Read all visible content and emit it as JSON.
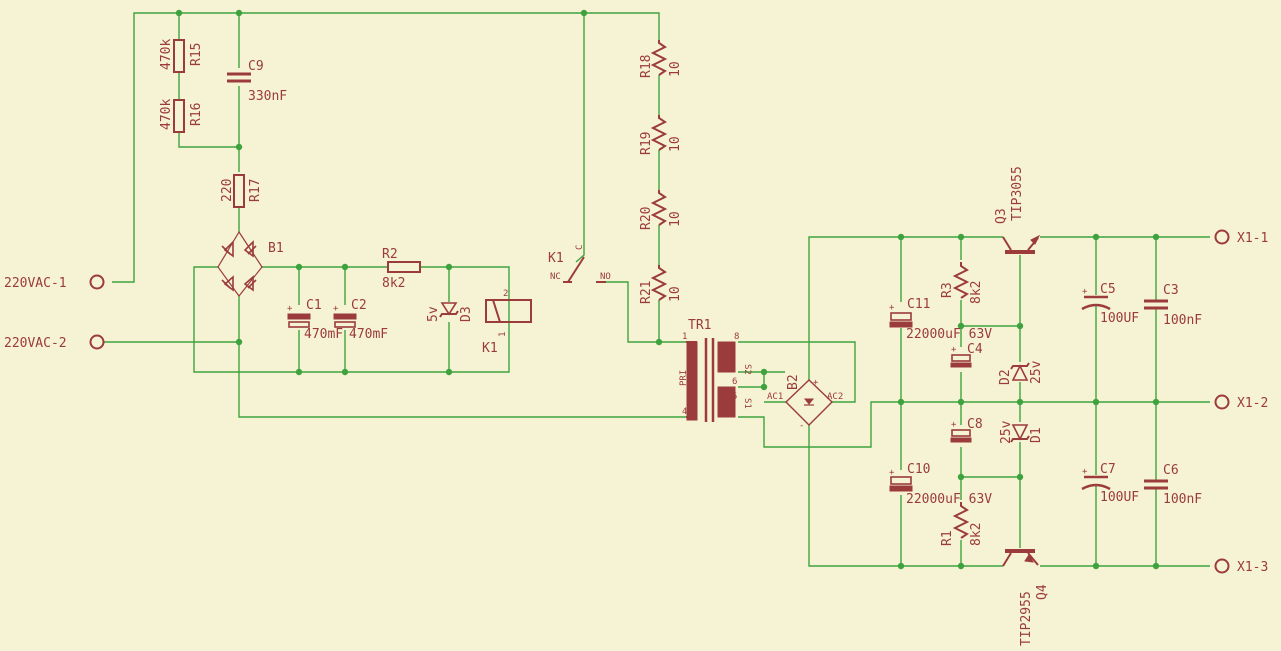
{
  "terminals": {
    "ac1": "220VAC-1",
    "ac2": "220VAC-2",
    "x1_1": "X1-1",
    "x1_2": "X1-2",
    "x1_3": "X1-3"
  },
  "components": {
    "r15": {
      "name": "R15",
      "value": "470k"
    },
    "r16": {
      "name": "R16",
      "value": "470k"
    },
    "c9": {
      "name": "C9",
      "value": "330nF"
    },
    "r17": {
      "name": "R17",
      "value": "220"
    },
    "b1": {
      "name": "B1"
    },
    "c1": {
      "name": "C1",
      "value": "470mF"
    },
    "c2": {
      "name": "C2",
      "value": "470mF"
    },
    "r2": {
      "name": "R2",
      "value": "8k2"
    },
    "d3": {
      "name": "D3",
      "value": "5v"
    },
    "k1": {
      "name": "K1",
      "pin1": "1",
      "pin2": "2"
    },
    "k1sw": {
      "name": "K1",
      "c": "C",
      "nc": "NC",
      "no": "NO"
    },
    "r18": {
      "name": "R18",
      "value": "10"
    },
    "r19": {
      "name": "R19",
      "value": "10"
    },
    "r20": {
      "name": "R20",
      "value": "10"
    },
    "r21": {
      "name": "R21",
      "value": "10"
    },
    "tr1": {
      "name": "TR1",
      "p1": "1",
      "p4": "4",
      "p5": "5",
      "p6": "6",
      "p8": "8",
      "pri": "PRI",
      "s1": "S1",
      "s2": "S2"
    },
    "b2": {
      "name": "B2",
      "ac1": "AC1",
      "ac2": "AC2",
      "plus": "+",
      "minus": "-"
    },
    "c11": {
      "name": "C11",
      "value": "22000uF 63V"
    },
    "c10": {
      "name": "C10",
      "value": "22000uF 63V"
    },
    "r3": {
      "name": "R3",
      "value": "8k2"
    },
    "r1": {
      "name": "R1",
      "value": "8k2"
    },
    "c4": {
      "name": "C4"
    },
    "c8": {
      "name": "C8"
    },
    "d2": {
      "name": "D2",
      "value": "25v"
    },
    "d1": {
      "name": "D1",
      "value": "25v"
    },
    "q3": {
      "name": "Q3",
      "value": "TIP3055"
    },
    "q4": {
      "name": "Q4",
      "value": "TIP2955"
    },
    "c5": {
      "name": "C5",
      "value": "100UF"
    },
    "c7": {
      "name": "C7",
      "value": "100UF"
    },
    "c3": {
      "name": "C3",
      "value": "100nF"
    },
    "c6": {
      "name": "C6",
      "value": "100nF"
    }
  },
  "colors": {
    "background": "#f6f3d4",
    "wire": "#3ea33e",
    "component": "#9b3b3b"
  }
}
